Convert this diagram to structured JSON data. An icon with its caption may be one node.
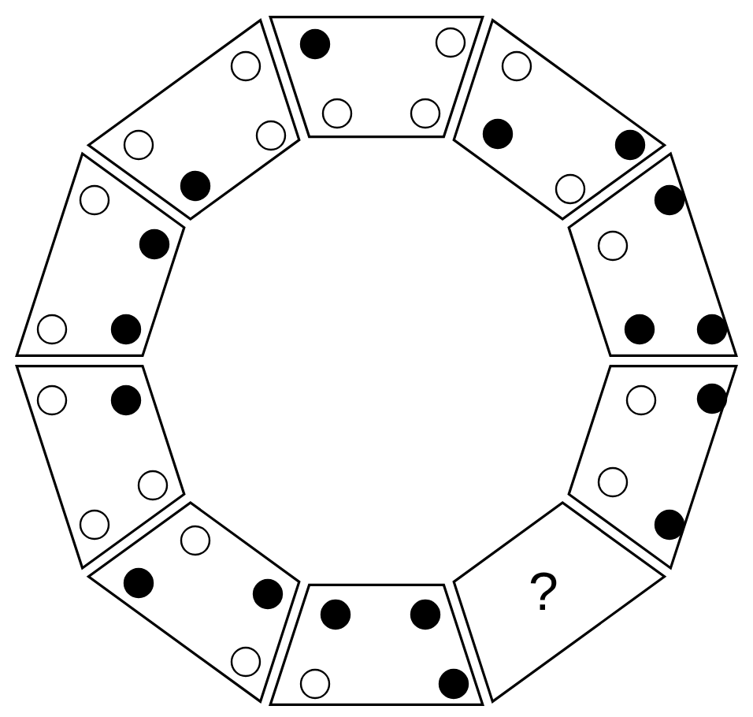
{
  "diagram": {
    "nodes": [
      {
        "text": [],
        "shape": "trapezoid"
      },
      {
        "text": [],
        "shape": "trapezoid"
      },
      {
        "text": [],
        "shape": "trapezoid"
      },
      {
        "text": [],
        "shape": "trapezoid"
      },
      {
        "text": [
          "?"
        ]
      },
      {
        "text": [],
        "shape": "trapezoid"
      },
      {
        "text": [],
        "shape": "trapezoid"
      },
      {
        "text": [],
        "shape": "trapezoid"
      },
      {
        "text": [],
        "shape": "trapezoid"
      },
      {
        "text": [],
        "shape": "trapezoid"
      }
    ]
  }
}
